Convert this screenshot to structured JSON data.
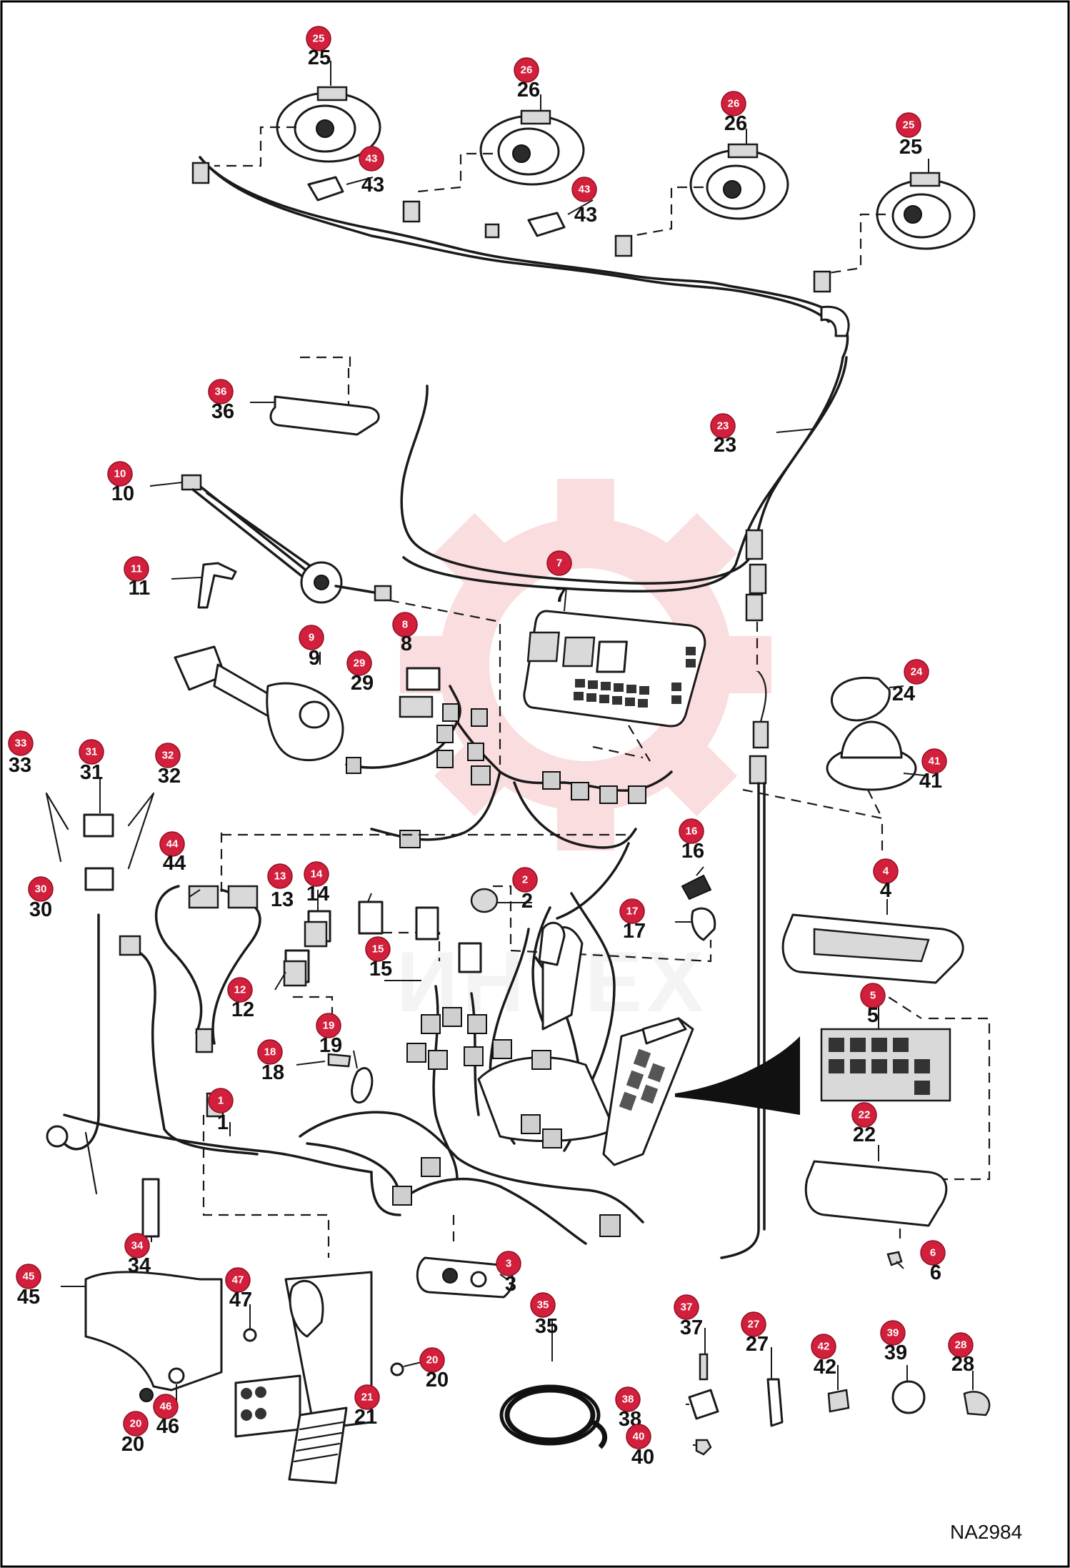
{
  "diagram_code": "NA2984",
  "watermark_text": "ИНТЕХ",
  "accent_color": "#d21f3c",
  "callouts": [
    {
      "id": "c25a",
      "badge": "25",
      "label": "25"
    },
    {
      "id": "c26a",
      "badge": "26",
      "label": "26"
    },
    {
      "id": "c26b",
      "badge": "26",
      "label": "26"
    },
    {
      "id": "c25b",
      "badge": "25",
      "label": "25"
    },
    {
      "id": "c43a",
      "badge": "43",
      "label": "43"
    },
    {
      "id": "c43b",
      "badge": "43",
      "label": "43"
    },
    {
      "id": "c36",
      "badge": "36",
      "label": "36"
    },
    {
      "id": "c23",
      "badge": "23",
      "label": "23"
    },
    {
      "id": "c10",
      "badge": "10",
      "label": "10"
    },
    {
      "id": "c11",
      "badge": "11",
      "label": "11"
    },
    {
      "id": "c7",
      "badge": "7",
      "label": "7"
    },
    {
      "id": "c8",
      "badge": "8",
      "label": "8"
    },
    {
      "id": "c9",
      "badge": "9",
      "label": "9"
    },
    {
      "id": "c29",
      "badge": "29",
      "label": "29"
    },
    {
      "id": "c24",
      "badge": "24",
      "label": "24"
    },
    {
      "id": "c41",
      "badge": "41",
      "label": "41"
    },
    {
      "id": "c33",
      "badge": "33",
      "label": "33"
    },
    {
      "id": "c31",
      "badge": "31",
      "label": "31"
    },
    {
      "id": "c32",
      "badge": "32",
      "label": "32"
    },
    {
      "id": "c30",
      "badge": "30",
      "label": "30"
    },
    {
      "id": "c44",
      "badge": "44",
      "label": "44"
    },
    {
      "id": "c13",
      "badge": "13",
      "label": "13"
    },
    {
      "id": "c14",
      "badge": "14",
      "label": "14"
    },
    {
      "id": "c15",
      "badge": "15",
      "label": "15"
    },
    {
      "id": "c2",
      "badge": "2",
      "label": "2"
    },
    {
      "id": "c16",
      "badge": "16",
      "label": "16"
    },
    {
      "id": "c17",
      "badge": "17",
      "label": "17"
    },
    {
      "id": "c4",
      "badge": "4",
      "label": "4"
    },
    {
      "id": "c5",
      "badge": "5",
      "label": "5"
    },
    {
      "id": "c12",
      "badge": "12",
      "label": "12"
    },
    {
      "id": "c19",
      "badge": "19",
      "label": "19"
    },
    {
      "id": "c18",
      "badge": "18",
      "label": "18"
    },
    {
      "id": "c1",
      "badge": "1",
      "label": "1"
    },
    {
      "id": "c22",
      "badge": "22",
      "label": "22"
    },
    {
      "id": "c34",
      "badge": "34",
      "label": "34"
    },
    {
      "id": "c6",
      "badge": "6",
      "label": "6"
    },
    {
      "id": "c3",
      "badge": "3",
      "label": "3"
    },
    {
      "id": "c45",
      "badge": "45",
      "label": "45"
    },
    {
      "id": "c47",
      "badge": "47",
      "label": "47"
    },
    {
      "id": "c20a",
      "badge": "20",
      "label": "20"
    },
    {
      "id": "c20b",
      "badge": "20",
      "label": "20"
    },
    {
      "id": "c21",
      "badge": "21",
      "label": "21"
    },
    {
      "id": "c46",
      "badge": "46",
      "label": "46"
    },
    {
      "id": "c35",
      "badge": "35",
      "label": "35"
    },
    {
      "id": "c37",
      "badge": "37",
      "label": "37"
    },
    {
      "id": "c38",
      "badge": "38",
      "label": "38"
    },
    {
      "id": "c40",
      "badge": "40",
      "label": "40"
    },
    {
      "id": "c27",
      "badge": "27",
      "label": "27"
    },
    {
      "id": "c42",
      "badge": "42",
      "label": "42"
    },
    {
      "id": "c39",
      "badge": "39",
      "label": "39"
    },
    {
      "id": "c28",
      "badge": "28",
      "label": "28"
    }
  ]
}
